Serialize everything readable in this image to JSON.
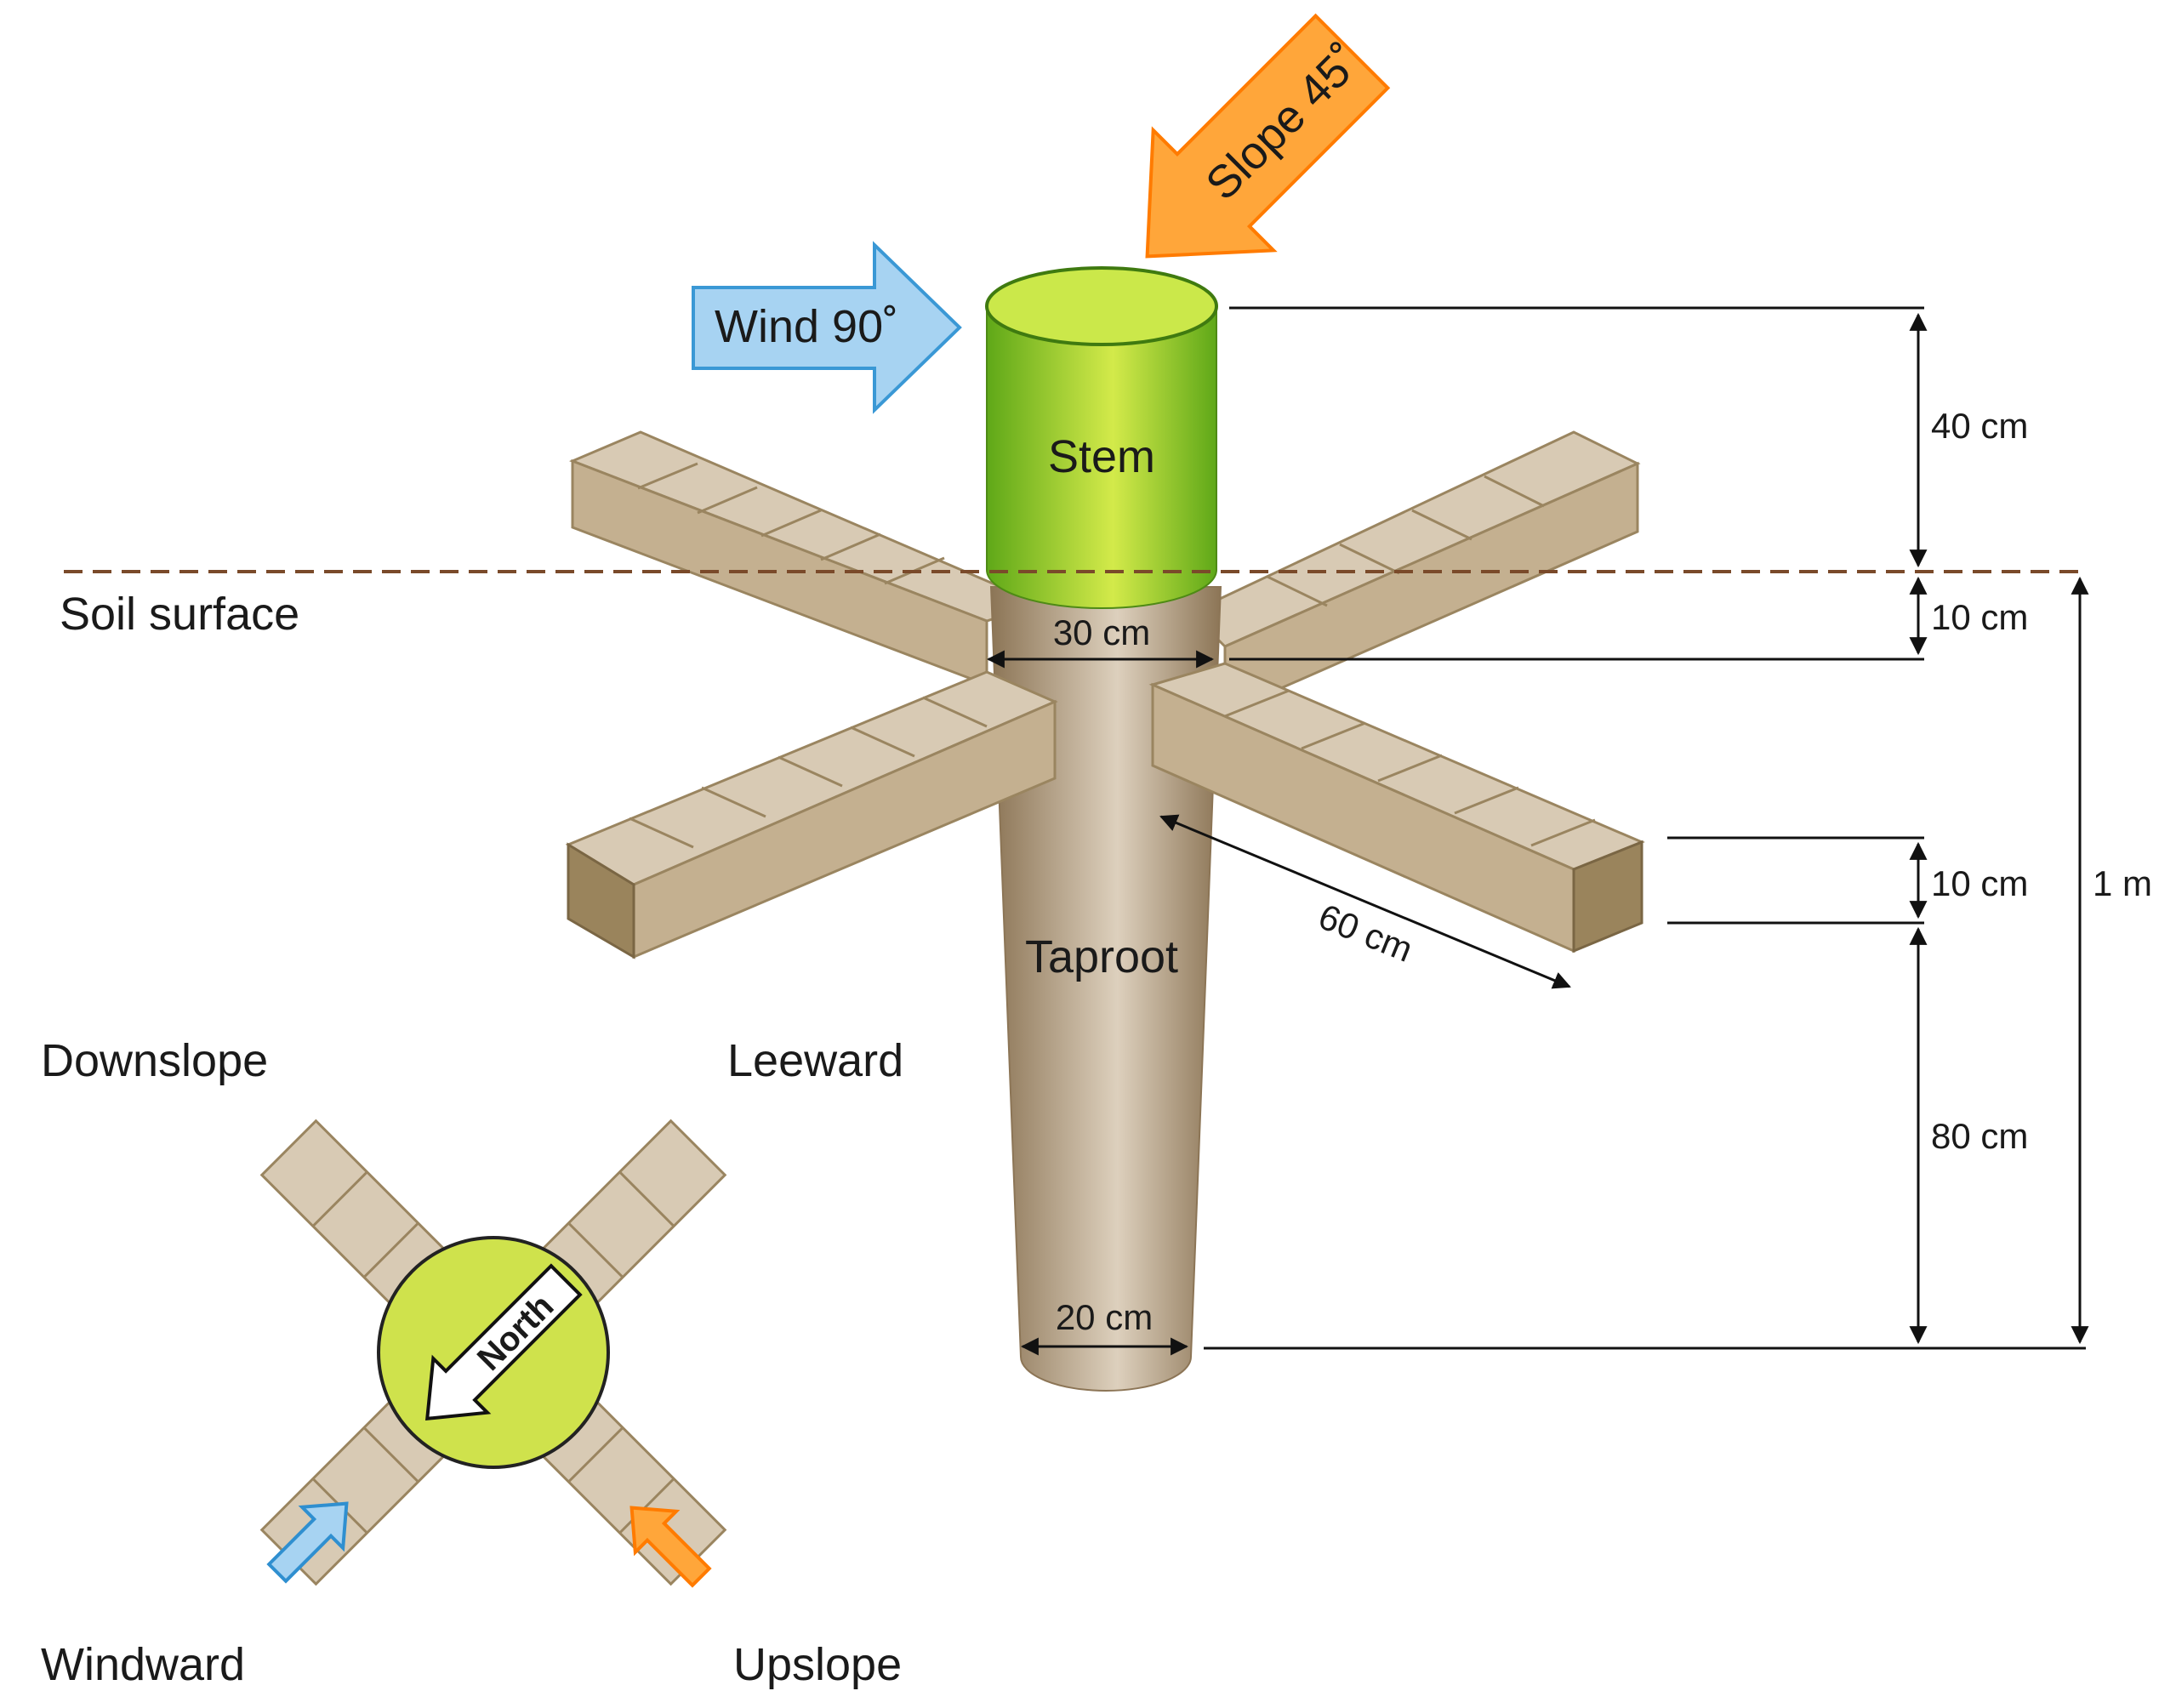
{
  "labels": {
    "wind": "Wind 90˚",
    "slope": "Slope 45˚",
    "stem": "Stem",
    "taproot": "Taproot",
    "soil_surface": "Soil surface",
    "north": "North"
  },
  "dimensions": {
    "stem_height": "40 cm",
    "upper_root_depth": "10 cm",
    "lateral_thickness": "10 cm",
    "lower_root_depth": "80 cm",
    "total_depth": "1 m",
    "stem_diameter": "30 cm",
    "taproot_tip_diameter": "20 cm",
    "lateral_length": "60 cm"
  },
  "compass": {
    "downslope": "Downslope",
    "leeward": "Leeward",
    "windward": "Windward",
    "upslope": "Upslope"
  },
  "colors": {
    "root_light": "#d9ccb8",
    "root_dark": "#8f7a5a",
    "stem_green": "#9fd136",
    "wind_blue": "#a7d3f2",
    "slope_orange": "#ffa63a",
    "soil_line": "#7a4a2a"
  }
}
